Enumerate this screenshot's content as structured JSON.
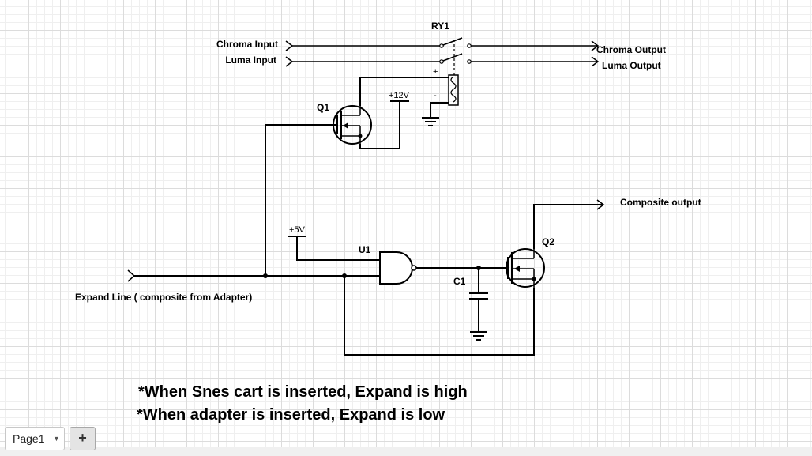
{
  "diagram": {
    "labels": {
      "ry1": "RY1",
      "chroma_input": "Chroma Input",
      "luma_input": "Luma Input",
      "chroma_output": "Chroma Output",
      "luma_output": "Luma Output",
      "relay_plus": "+",
      "relay_minus": "-",
      "v12": "+12V",
      "q1": "Q1",
      "q2": "Q2",
      "composite_output": "Composite output",
      "v5": "+5V",
      "u1": "U1",
      "c1": "C1",
      "expand_line": "Expand Line ( composite from Adapter)"
    },
    "notes": [
      "*When Snes cart is inserted, Expand is high",
      "*When adapter is inserted, Expand is low"
    ]
  },
  "footer": {
    "page_tab": "Page1",
    "add_page": "+"
  }
}
